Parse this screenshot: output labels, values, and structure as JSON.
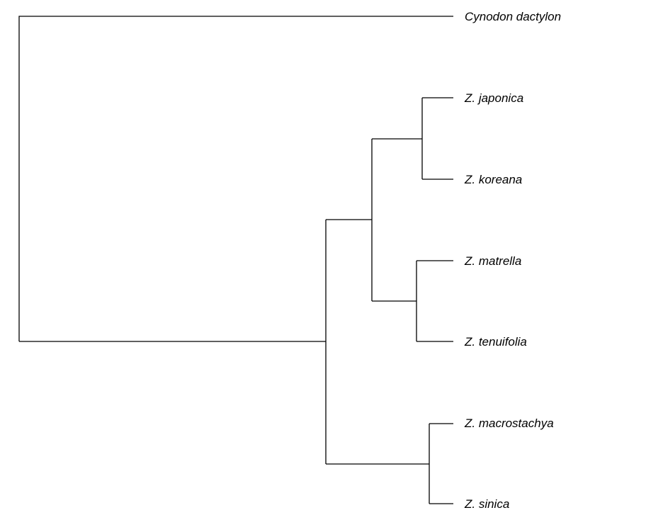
{
  "tree": {
    "line_color": "#000000",
    "taxa": [
      {
        "id": "cynodon",
        "label": "Cynodon dactylon"
      },
      {
        "id": "japonica",
        "label": "Z. japonica"
      },
      {
        "id": "koreana",
        "label": "Z. koreana"
      },
      {
        "id": "matrella",
        "label": "Z. matrella"
      },
      {
        "id": "tenuifolia",
        "label": "Z. tenuifolia"
      },
      {
        "id": "macrostachya",
        "label": "Z. macrostachya"
      },
      {
        "id": "sinica",
        "label": "Z. sinica"
      }
    ],
    "topology": "(Cynodon dactylon,(((Z. japonica,Z. koreana),(Z. matrella,Z. tenuifolia)),(Z. macrostachya,Z. sinica)))"
  }
}
